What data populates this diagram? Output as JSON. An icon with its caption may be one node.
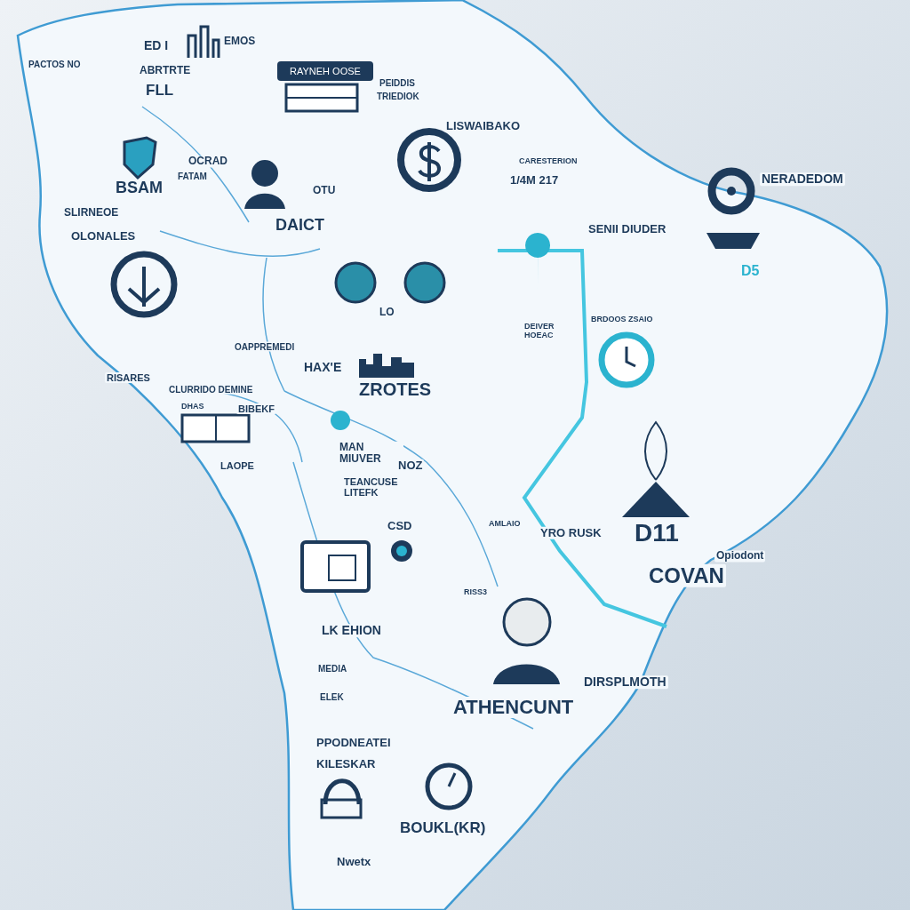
{
  "diagram": {
    "labels": [
      "ED I",
      "EMOS",
      "PACTOS NO",
      "ABRTRTE",
      "FLL",
      "RAYNEH OOSE",
      "PEIDDIS",
      "TRIEDIOK",
      "LISWAIBAKO",
      "CARESTERION",
      "1/4M 217",
      "NERADEDOM",
      "OCRAD",
      "FATAM",
      "BSAM",
      "OTU",
      "DAICT",
      "SLIRNEOE",
      "OLONALES",
      "SENII DIUDER",
      "D5",
      "LO",
      "BRDOOS ZSAIO",
      "DEIVER HOEAC",
      "OAPPREMEDI",
      "HAX'E",
      "ZROTES",
      "RISARES",
      "CLURRIDO DEMINE",
      "DHAS",
      "BIBEKF",
      "MAN MIUVER",
      "NOZ",
      "LAOPE",
      "TEANCUSE LITEFK",
      "CSD",
      "AMLAIO",
      "YRO RUSK",
      "D11",
      "COVAN",
      "Opiodont",
      "RISS3",
      "LK EHION",
      "MEDIA",
      "ELEK",
      "DIRSPLMOTH",
      "ATHENCUNT",
      "PPODNEATEI",
      "KILESKAR",
      "BOUKL(KR)",
      "Nwetx"
    ]
  }
}
